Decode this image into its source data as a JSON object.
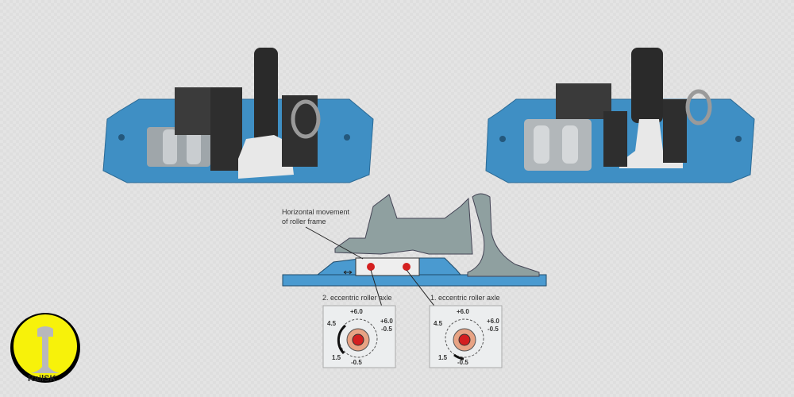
{
  "diagram": {
    "label_movement_line1": "Horizontal movement",
    "label_movement_line2": "of roller frame",
    "label_axle_2": "2. eccentric roller axle",
    "label_axle_1": "1. eccentric roller axle",
    "detail_values": {
      "top": "+6.0",
      "left_upper": "4.5",
      "left_lower": "1.5",
      "bottom": "-0.5",
      "right_upper": "+6.0",
      "right_lower": "-0.5"
    }
  },
  "logo": {
    "text": "RailSK"
  },
  "colors": {
    "plate_blue": "#3f8fc4",
    "roller_red": "#d42020",
    "logo_yellow": "#f7f20a"
  }
}
